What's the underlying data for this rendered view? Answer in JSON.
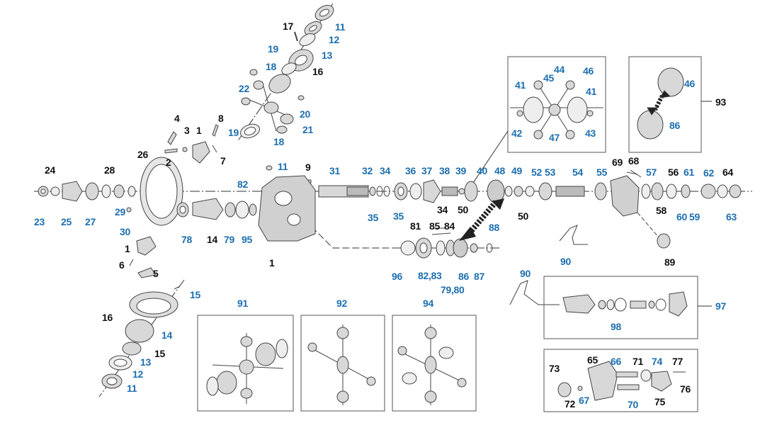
{
  "colors": {
    "blue_label": "#1d6fb0",
    "black_label": "#111111",
    "line": "#333333",
    "box_border": "#555555",
    "part_fill": "#d8d8d8",
    "part_stroke": "#444444",
    "arrow": "#222222"
  },
  "labels": {
    "p11a": "11",
    "p12a": "12",
    "p13a": "13",
    "p16a": "16",
    "p17": "17",
    "p19a": "19",
    "p18a": "18",
    "p22": "22",
    "p20": "20",
    "p21": "21",
    "p19b": "19",
    "p18b": "18",
    "p4": "4",
    "p8": "8",
    "p3": "3",
    "p1a": "1",
    "p2": "2",
    "p7": "7",
    "p24": "24",
    "p28": "28",
    "p26": "26",
    "p23": "23",
    "p25": "25",
    "p27": "27",
    "p29": "29",
    "p30": "30",
    "p11b": "11",
    "p9": "9",
    "p82": "82",
    "p78": "78",
    "p14a": "14",
    "p79a": "79",
    "p95": "95",
    "p1b": "1",
    "p1c": "1",
    "p6": "6",
    "p5": "5",
    "p15a": "15",
    "p16b": "16",
    "p14b": "14",
    "p15b": "15",
    "p13b": "13",
    "p12b": "12",
    "p11c": "11",
    "p31": "31",
    "p32": "32",
    "p34a": "34",
    "p36": "36",
    "p37": "37",
    "p38": "38",
    "p39": "39",
    "p40": "40",
    "p48": "48",
    "p49": "49",
    "p52": "52",
    "p53": "53",
    "p54": "54",
    "p55": "55",
    "p35a": "35",
    "p35b": "35",
    "p34b": "34",
    "p50a": "50",
    "p50b": "50",
    "p81": "81",
    "p85": "85",
    "p84": "84",
    "p88": "88",
    "p96": "96",
    "p8283": "82,83",
    "p7980": "79,80",
    "p86a": "86",
    "p87": "87",
    "p41a": "41",
    "p45": "45",
    "p44": "44",
    "p46a": "46",
    "p41b": "41",
    "p42": "42",
    "p47": "47",
    "p43": "43",
    "p46b": "46",
    "p86b": "86",
    "p93": "93",
    "p69": "69",
    "p68": "68",
    "p57": "57",
    "p56": "56",
    "p61": "61",
    "p62": "62",
    "p64": "64",
    "p58": "58",
    "p60": "60",
    "p59": "59",
    "p63": "63",
    "p90a": "90",
    "p89": "89",
    "p90b": "90",
    "p97": "97",
    "p98": "98",
    "p91": "91",
    "p92": "92",
    "p94": "94",
    "p65": "65",
    "p66": "66",
    "p71": "71",
    "p74": "74",
    "p77": "77",
    "p73": "73",
    "p76": "76",
    "p72": "72",
    "p67": "67",
    "p70": "70",
    "p75": "75"
  }
}
